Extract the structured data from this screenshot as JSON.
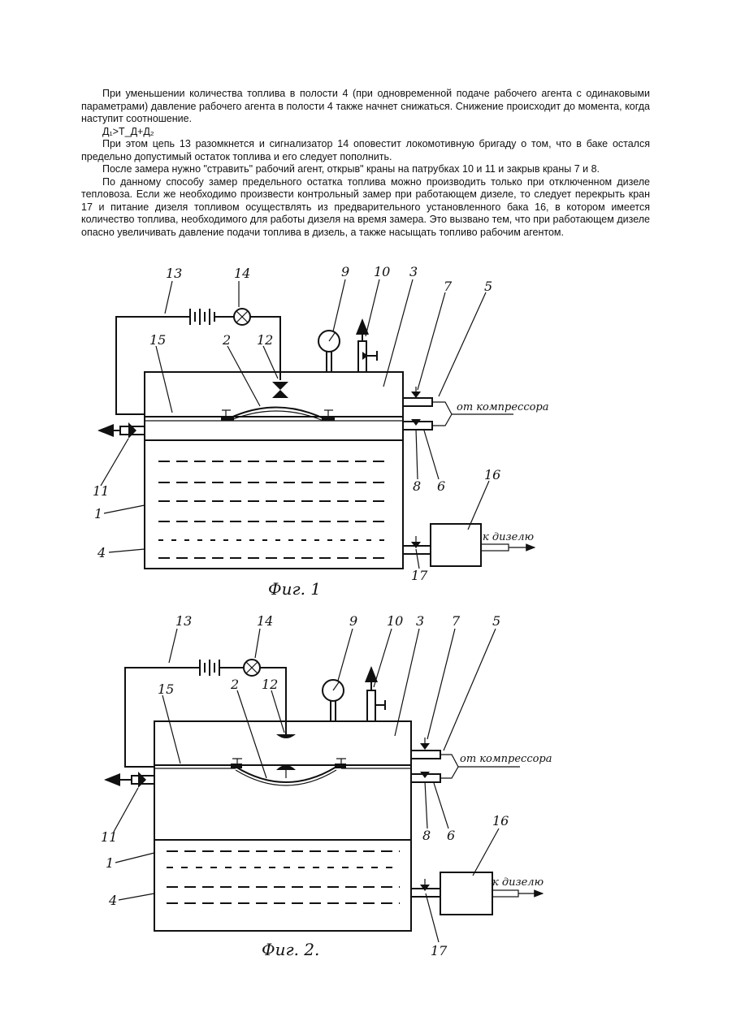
{
  "text": {
    "p1": "При уменьшении количества топлива в полости 4 (при одновременной подаче рабочего агента с одинаковыми параметрами) давление рабочего агента в полости 4 также начнет снижаться. Снижение происходит до момента, когда наступит соотношение.",
    "formula": "Д₁>Т_Д+Д₂",
    "p2": "При этом цепь 13 разомкнется и сигнализатор 14 оповестит локомотивную бригаду о том, что в баке остался предельно допустимый остаток топлива и его следует пополнить.",
    "p3": "После замера нужно \"стравить\" рабочий агент, открыв\" краны на патрубках 10 и 11 и закрыв краны 7 и 8.",
    "p4": "По данному способу замер предельного остатка топлива можно производить только при отключенном дизеле тепловоза. Если же необходимо произвести контрольный замер при работающем дизеле, то следует перекрыть кран 17 и питание дизеля топливом осуществлять из предварительного установленного бака 16, в котором имеется количество топлива, необходимого для работы дизеля на время замера. Это вызвано тем, что при работающем дизеле опасно увеличивать давление подачи топлива в дизель, а также насыщать топливо рабочим агентом."
  },
  "fig1": {
    "caption": "Фиг. 1",
    "compressor_label": "от компрессора",
    "diesel_label": "к дизелю",
    "labels": {
      "n13": "13",
      "n14": "14",
      "n9": "9",
      "n10": "10",
      "n3": "3",
      "n7": "7",
      "n5": "5",
      "n15": "15",
      "n2": "2",
      "n12": "12",
      "n11": "11",
      "n8": "8",
      "n6": "6",
      "n16": "16",
      "n1": "1",
      "n4": "4",
      "n17": "17"
    }
  },
  "fig2": {
    "caption": "Фиг. 2.",
    "compressor_label": "от компрессора",
    "diesel_label": "к дизелю",
    "labels": {
      "n13": "13",
      "n14": "14",
      "n9": "9",
      "n10": "10",
      "n3": "3",
      "n7": "7",
      "n5": "5",
      "n15": "15",
      "n2": "2",
      "n12": "12",
      "n11": "11",
      "n8": "8",
      "n6": "6",
      "n16": "16",
      "n1": "1",
      "n4": "4",
      "n17": "17"
    }
  }
}
